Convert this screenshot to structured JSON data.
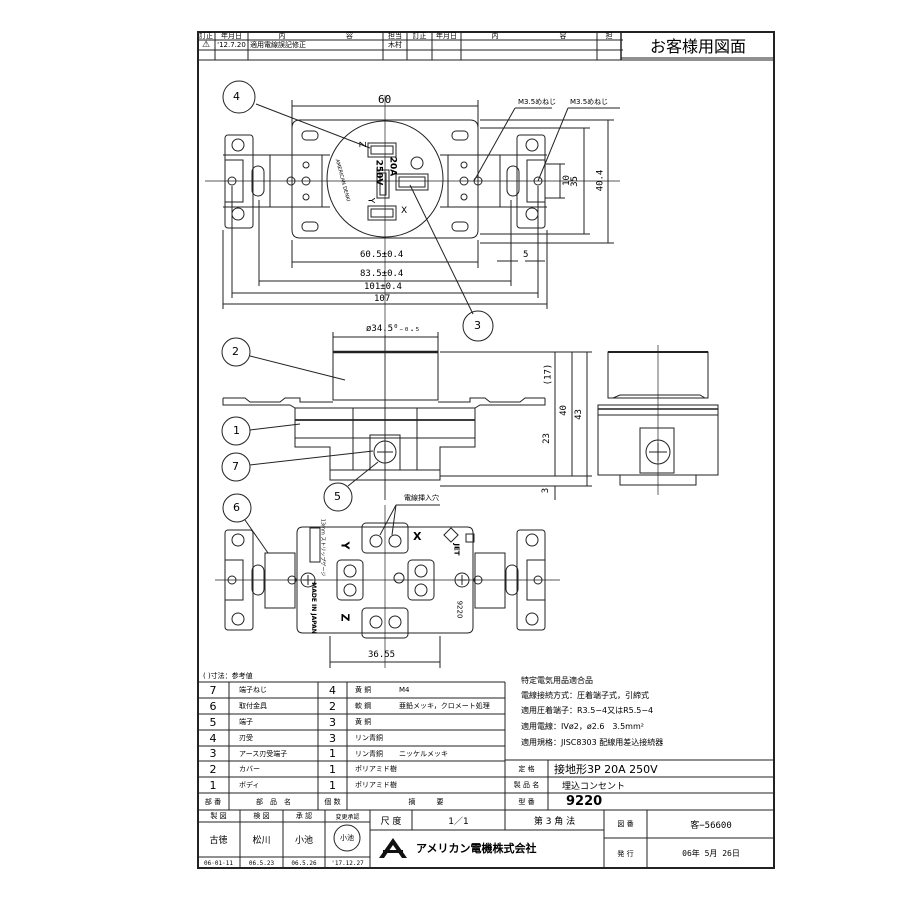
{
  "title_block_top": {
    "left_headers": [
      "訂正",
      "年月日",
      "内",
      "容",
      "担当"
    ],
    "right_headers": [
      "訂正",
      "年月日",
      "内",
      "容",
      "担"
    ],
    "revision": {
      "mark": "⚠",
      "date": "'12.7.20",
      "content": "適用電線誤記修正",
      "person": "木村"
    },
    "drawing_type": "お客様用図面"
  },
  "front_view": {
    "balloons": {
      "b4": "4",
      "b3": "3"
    },
    "dims": {
      "d60": "60",
      "d605": "60.5±0.4",
      "d835": "83.5±0.4",
      "d101": "101±0.4",
      "d107": "107",
      "d5": "5",
      "d10": "10",
      "d35": "35",
      "d404": "40.4",
      "screw1": "M3.5めねじ",
      "screw2": "M3.5めねじ"
    },
    "face_text": {
      "rating1": "20A",
      "rating2": "250V",
      "brand": "AMERICAN DENKI",
      "x": "X",
      "y": "Y",
      "z": "Z"
    }
  },
  "side_view": {
    "balloons": {
      "b2": "2",
      "b1": "1",
      "b7": "7",
      "b5": "5"
    },
    "dims": {
      "dia": "ø34.5⁰₋₀.₅",
      "d17": "(17)",
      "d40": "40",
      "d43": "43",
      "d23": "23",
      "d3": "3"
    }
  },
  "rear_view": {
    "balloons": {
      "b6": "6"
    },
    "labels": {
      "hole": "電線挿入穴",
      "x": "X",
      "y": "Y",
      "z": "Z",
      "jet": "JET",
      "model": "9220",
      "made": "MADE IN JAPAN",
      "strip": "13mm ストリップゲージ"
    },
    "dims": {
      "d3655": "36.55"
    }
  },
  "parts_note": "(  )寸法：参考値",
  "parts": [
    {
      "no": "7",
      "name": "端子ねじ",
      "qty": "4",
      "mat": "黄 銅",
      "note": "M4"
    },
    {
      "no": "6",
      "name": "取付金具",
      "qty": "2",
      "mat": "軟 鋼",
      "note": "亜鉛メッキ，クロメート処理"
    },
    {
      "no": "5",
      "name": "端子",
      "qty": "3",
      "mat": "黄 銅",
      "note": ""
    },
    {
      "no": "4",
      "name": "刃受",
      "qty": "3",
      "mat": "リン青銅",
      "note": ""
    },
    {
      "no": "3",
      "name": "アース刃受端子",
      "qty": "1",
      "mat": "リン青銅",
      "note": "ニッケルメッキ"
    },
    {
      "no": "2",
      "name": "カバー",
      "qty": "1",
      "mat": "ポリアミド樹脂",
      "note": ""
    },
    {
      "no": "1",
      "name": "ボディ",
      "qty": "1",
      "mat": "ポリアミド樹脂",
      "note": ""
    }
  ],
  "parts_header": {
    "no": "部 番",
    "name": "部　品　名",
    "qty": "個 数",
    "note": "摘　　　要"
  },
  "spec_notes": [
    "特定電気用品適合品",
    "電線接続方式：圧着端子式，引締式",
    "適用圧着端子：R3.5−4又はR5.5−4",
    "適用電線：IVø2，ø2.6　3.5mm²",
    "適用規格：JISC8303 配線用差込接続器"
  ],
  "product": {
    "rating_label": "定 格",
    "rating": "接地形3P 20A 250V",
    "name_label": "製 品 名",
    "name": "埋込コンセント",
    "model_label": "型 番",
    "model": "9220"
  },
  "signoff": {
    "headers": [
      "製 図",
      "検 図",
      "承 認",
      "変更承認"
    ],
    "names": [
      "古徳",
      "松川",
      "小池",
      "小池"
    ],
    "dates": [
      "06·01·11",
      "06.5.23",
      "06.5.26",
      "'17.12.27"
    ]
  },
  "scale": {
    "label": "尺 度",
    "value": "1／1",
    "projection": "第 3 角 法"
  },
  "company": "アメリカン電機株式会社",
  "drawing_no": {
    "label": "図 番",
    "value": "客−56600"
  },
  "issue": {
    "label": "発 行",
    "value": "06年 5月 26日"
  }
}
